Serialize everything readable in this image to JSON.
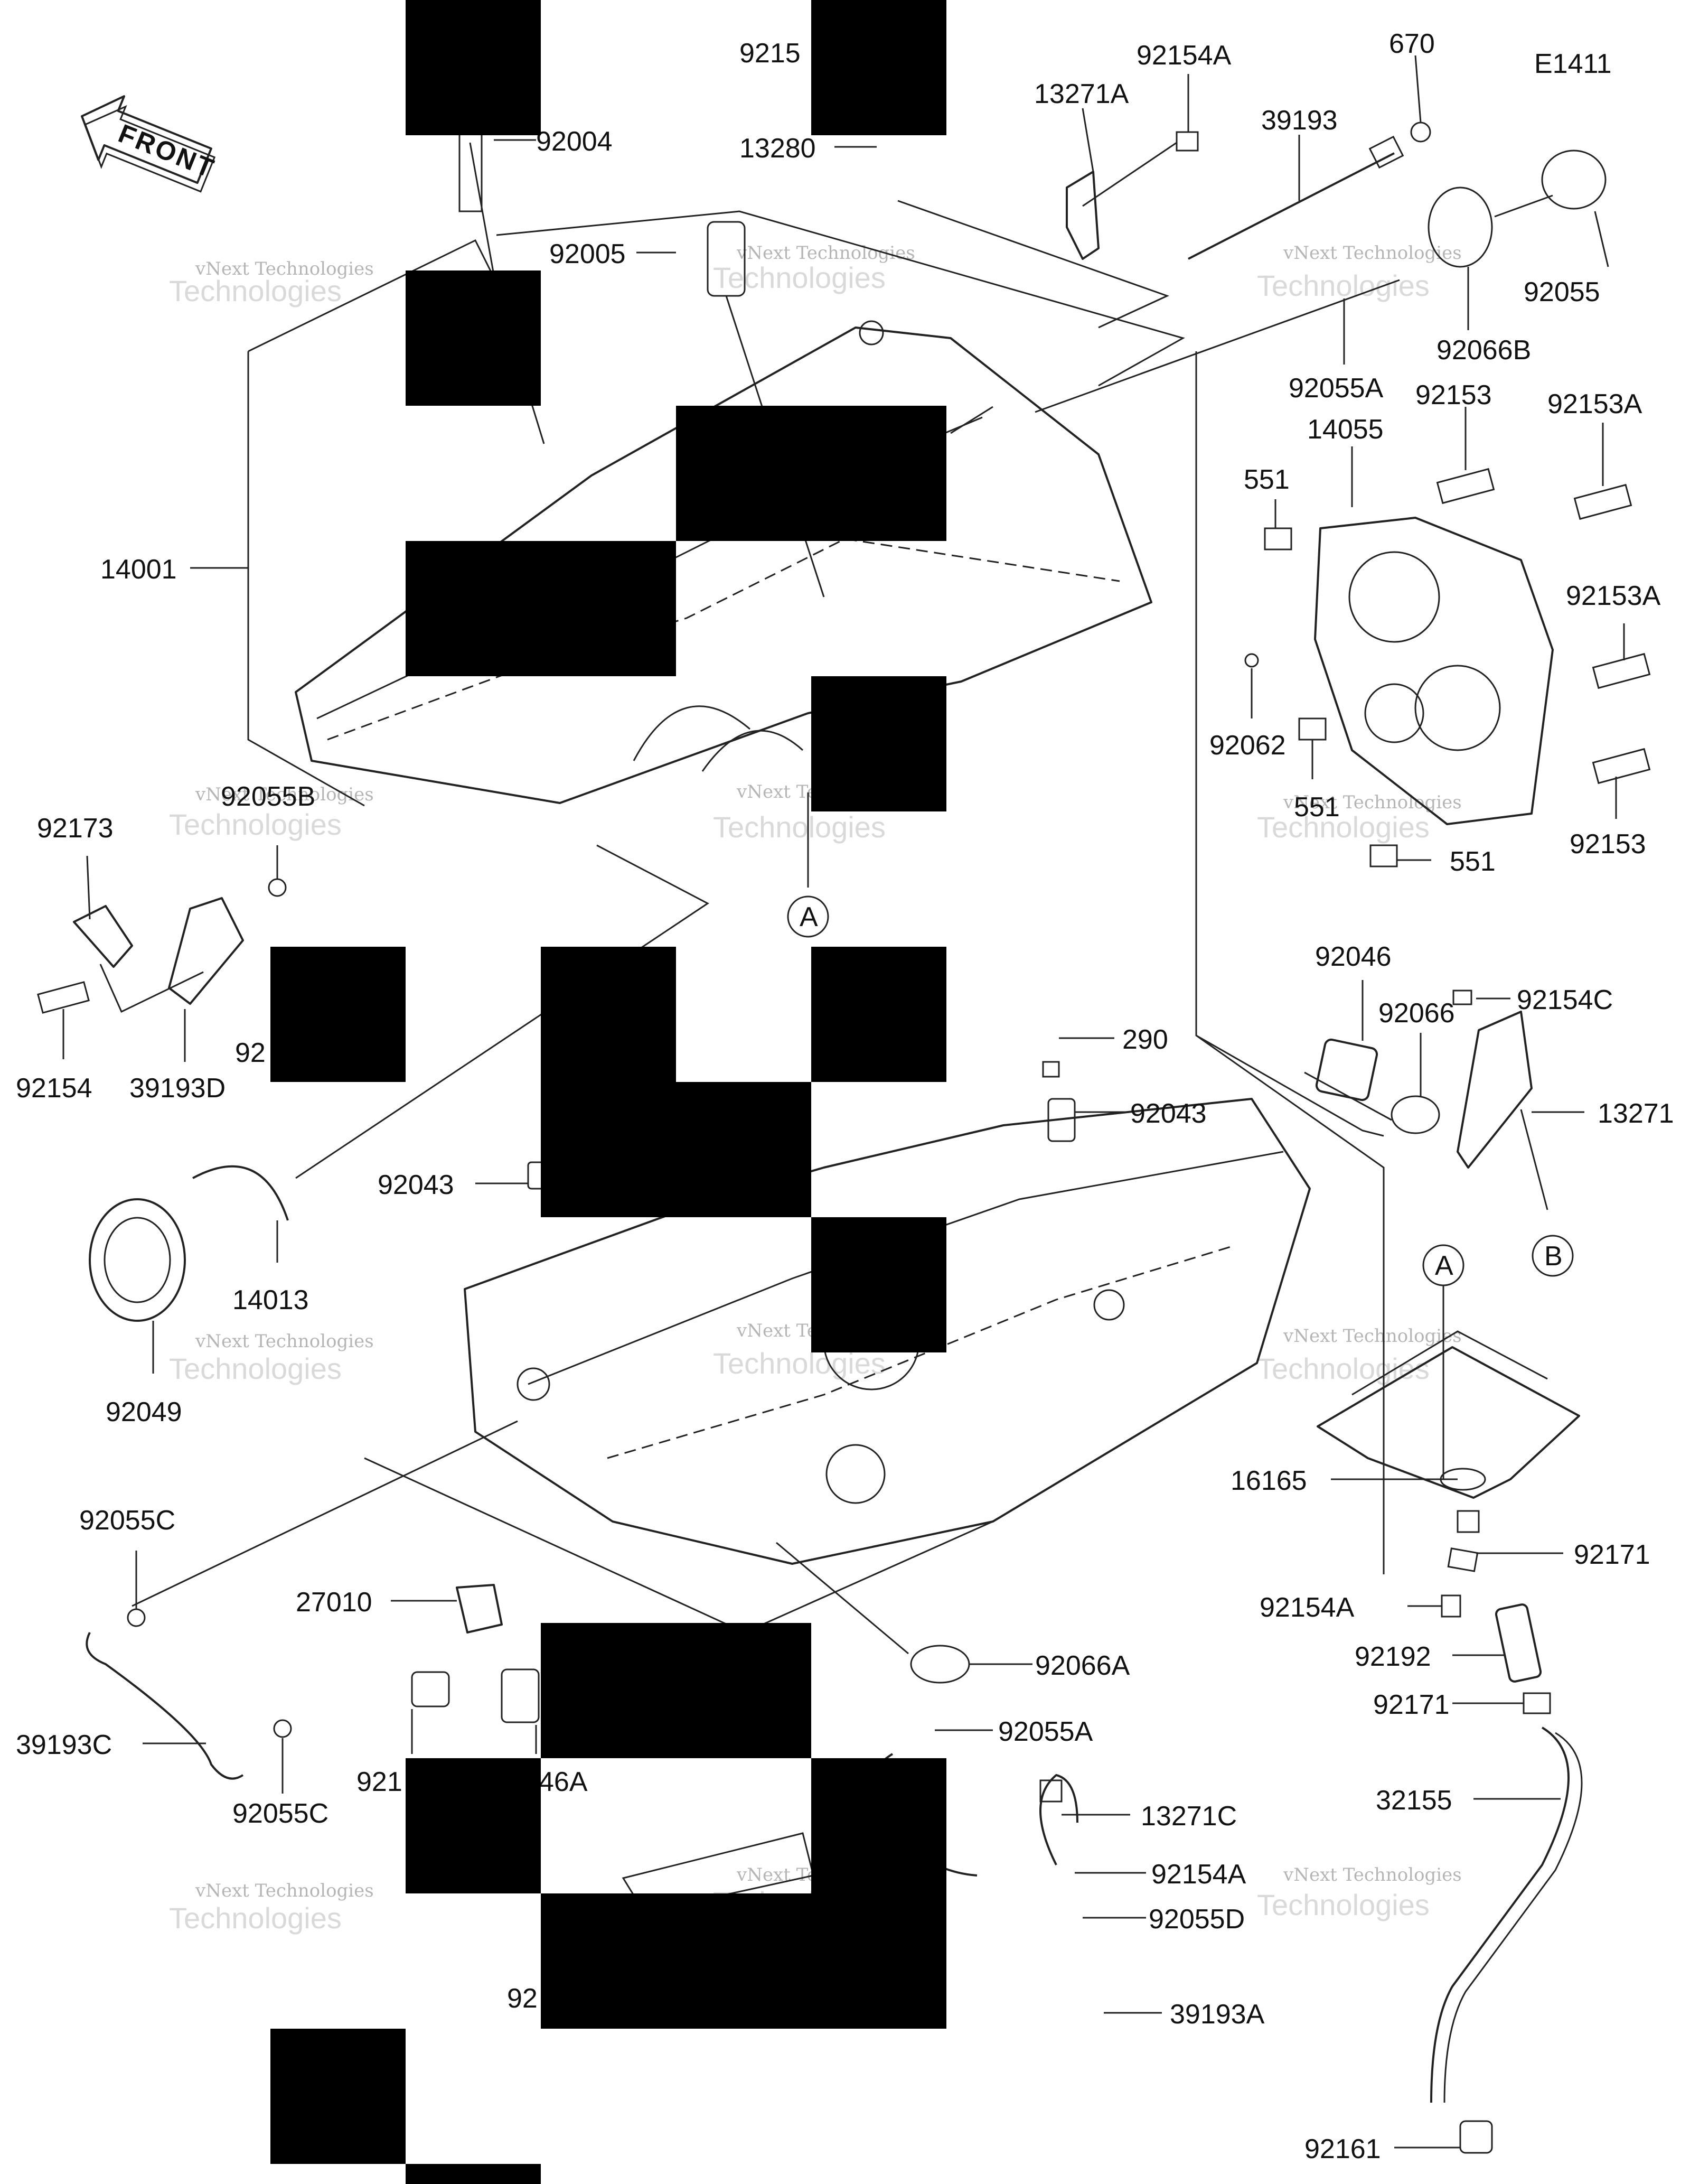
{
  "diagram_code": "E1411",
  "front_label": "FRONT",
  "ref_a": "A",
  "ref_b": "B",
  "watermark": {
    "line1": "vNext Technologies",
    "line2": "Technologies"
  },
  "labels": {
    "p92004": "92004",
    "p9215": "9215",
    "p13280": "13280",
    "p92005": "92005",
    "p13271A": "13271A",
    "p92154A_top": "92154A",
    "p39193": "39193",
    "p670": "670",
    "p92055": "92055",
    "p92066B": "92066B",
    "p92055A_top": "92055A",
    "p14055": "14055",
    "p92153_top": "92153",
    "p92153A_top": "92153A",
    "p551_a": "551",
    "p92153A_mid": "92153A",
    "p92062": "92062",
    "p551_b": "551",
    "p92153_bot": "92153",
    "p551_c": "551",
    "p14001": "14001",
    "p92055B": "92055B",
    "p92173": "92173",
    "p92154": "92154",
    "p39193D": "39193D",
    "p92_left": "92",
    "p92046": "92046",
    "p92066": "92066",
    "p92154C": "92154C",
    "p290": "290",
    "p92043_r": "92043",
    "p13271": "13271",
    "p92043_l": "92043",
    "p14013": "14013",
    "p92049": "92049",
    "p16165": "16165",
    "p92171_top": "92171",
    "p92154A_r": "92154A",
    "p92192": "92192",
    "p92171_bot": "92171",
    "p32155": "32155",
    "p92055C_top": "92055C",
    "p27010": "27010",
    "p92066A": "92066A",
    "p92055A_mid": "92055A",
    "p39193C": "39193C",
    "p92055C_bot": "92055C",
    "p921_partial": "921",
    "p46A_partial": "46A",
    "p13271C": "13271C",
    "p92154A_low": "92154A",
    "p92055D": "92055D",
    "p39193A": "39193A",
    "p92_bottom": "92",
    "p92161": "92161"
  }
}
